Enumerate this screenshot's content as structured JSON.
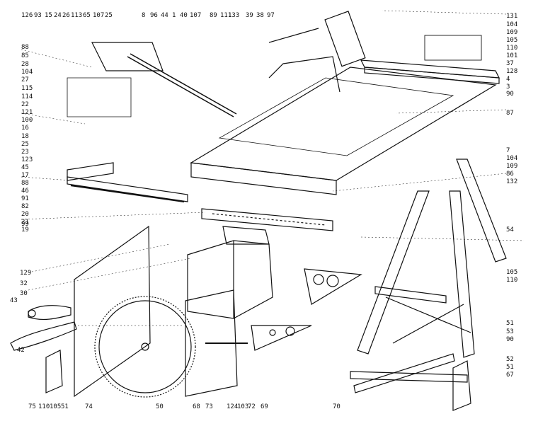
{
  "diagram": {
    "top_callouts": [
      "126",
      "93",
      "15",
      "24",
      "26",
      "113",
      "65",
      "107",
      "25",
      "8",
      "96",
      "44",
      "1",
      "40",
      "107",
      "89",
      "111",
      "133",
      "39",
      "38",
      "97"
    ],
    "left_callouts": [
      "88",
      "85",
      "28",
      "104",
      "27",
      "115",
      "114",
      "22",
      "121",
      "100",
      "16",
      "18",
      "25",
      "23",
      "123",
      "45",
      "17",
      "88",
      "46",
      "91",
      "82",
      "20",
      "21",
      "19",
      "99"
    ],
    "right_callouts": [
      "131",
      "104",
      "109",
      "105",
      "110",
      "101",
      "37",
      "128",
      "4",
      "3",
      "90",
      "87",
      "7",
      "104",
      "109",
      "86",
      "132",
      "54",
      "105",
      "110",
      "51",
      "53",
      "90",
      "52",
      "51",
      "67"
    ],
    "mid_left_callouts": [
      "129",
      "32",
      "30",
      "43",
      "42"
    ],
    "bottom_callouts": [
      "75",
      "110",
      "105",
      "51",
      "74",
      "50",
      "68",
      "73",
      "124",
      "103",
      "72",
      "69",
      "70"
    ]
  }
}
